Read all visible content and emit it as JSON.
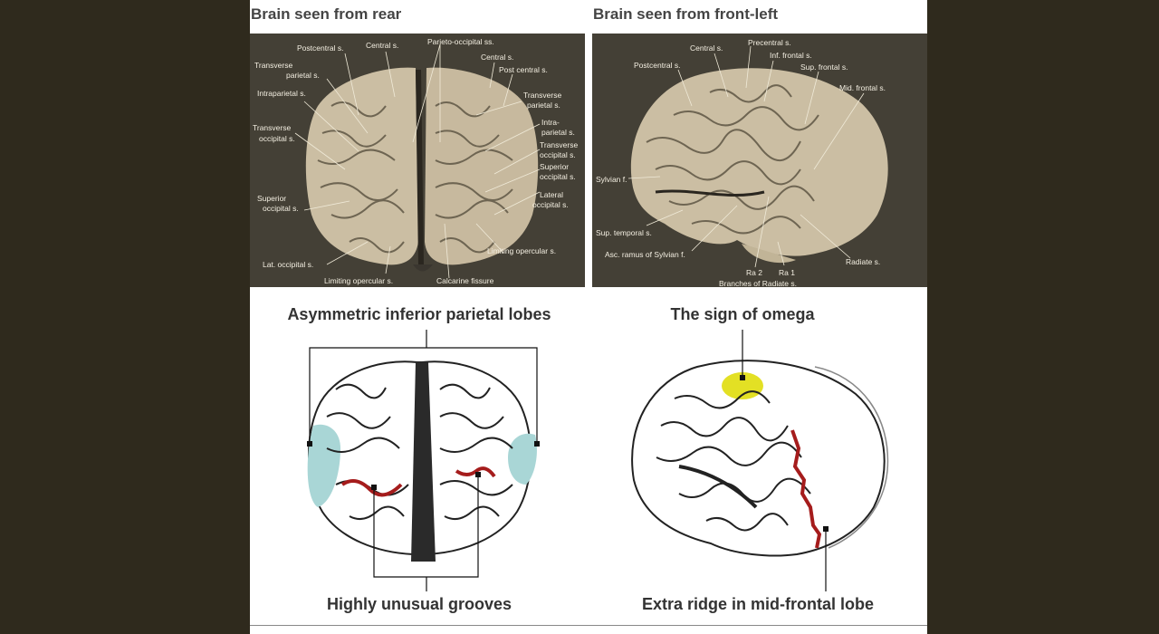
{
  "panels": {
    "rear": {
      "heading": "Brain seen from rear",
      "labels": [
        "Postcentral s.",
        "Central s.",
        "Parieto-occipital ss.",
        "Central s.",
        "Post central s.",
        "Transverse",
        "parietal s.",
        "Intraparietal s.",
        "Transverse",
        "occipital s.",
        "Transverse",
        "parietal s.",
        "Intra-",
        "parietal s.",
        "Transverse",
        "occipital s.",
        "Superior",
        "occipital s.",
        "Superior",
        "occipital s.",
        "Lateral",
        "occipital s.",
        "Lat. occipital s.",
        "Limiting opercular s.",
        "Calcarine fissure",
        "Limiting opercular s."
      ]
    },
    "front_left": {
      "heading": "Brain seen from front-left",
      "labels": [
        "Postcentral s.",
        "Central s.",
        "Precentral s.",
        "Inf. frontal s.",
        "Sup. frontal s.",
        "Mid. frontal s.",
        "Sylvian f.",
        "Sup. temporal s.",
        "Asc. ramus of Sylvian f.",
        "Ra 2",
        "Ra 1",
        "Branches of Radiate s.",
        "Radiate s."
      ]
    }
  },
  "annotations": {
    "top_left": "Asymmetric inferior parietal lobes",
    "bottom_left": "Highly unusual grooves",
    "top_right": "The sign of omega",
    "bottom_right": "Extra ridge in mid-frontal lobe"
  },
  "colors": {
    "background": "#2f2a1d",
    "panel": "#ffffff",
    "highlight_lobes": "#a9d6d6",
    "omega": "#e3e024",
    "grooves": "#a51c1c",
    "photo_bg": "#3a362f",
    "brain_tissue": "#cfc2a8"
  }
}
